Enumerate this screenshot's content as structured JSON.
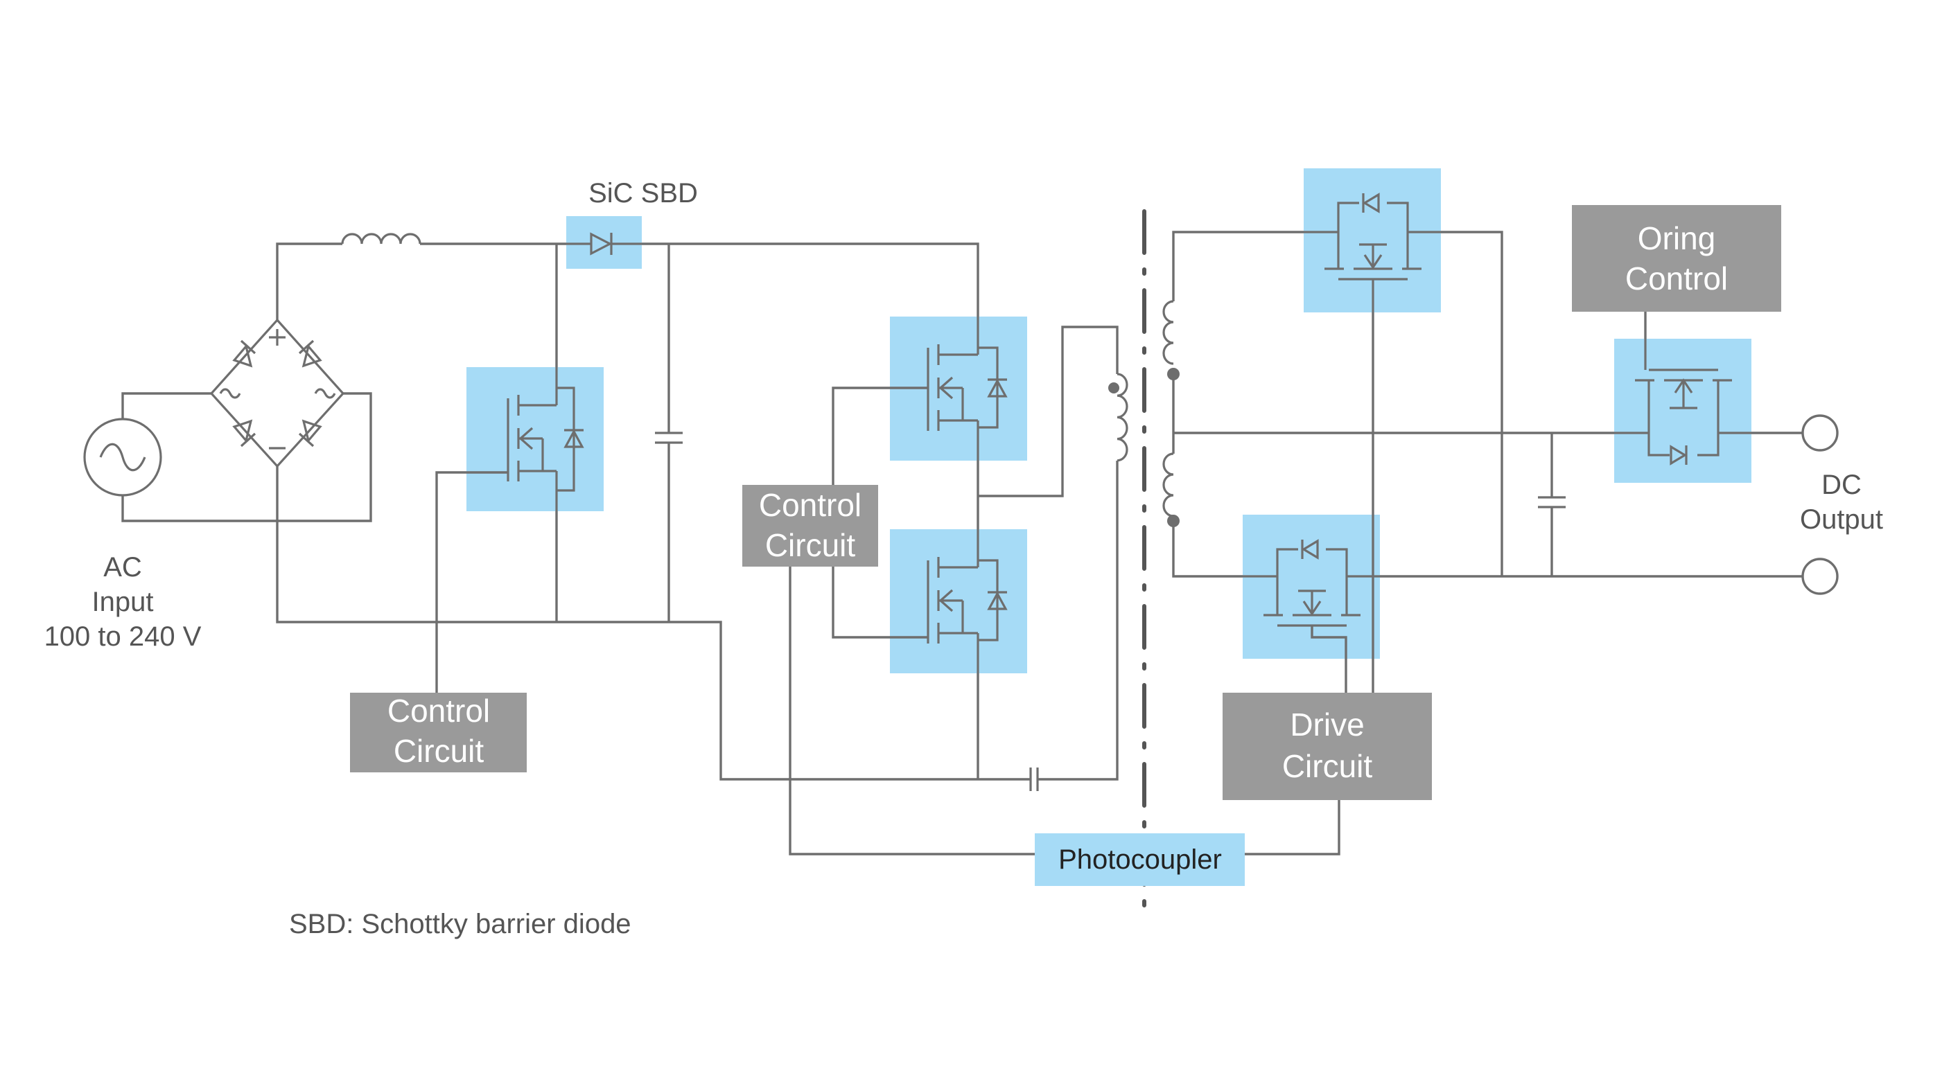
{
  "labels": {
    "ac_input": [
      "AC",
      "Input",
      "100 to 240 V"
    ],
    "sic_sbd": "SiC SBD",
    "dc_output": [
      "DC",
      "Output"
    ],
    "footnote": "SBD: Schottky barrier diode",
    "control_circuit_left": [
      "Control",
      "Circuit"
    ],
    "control_circuit_mid": [
      "Control",
      "Circuit"
    ],
    "drive_circuit": [
      "Drive",
      "Circuit"
    ],
    "oring_control": [
      "Oring",
      "Control"
    ],
    "photocoupler": "Photocoupler"
  },
  "colors": {
    "highlight": "#a6dbf6",
    "block": "#9a9a9a",
    "wire": "#6e6e6e"
  }
}
